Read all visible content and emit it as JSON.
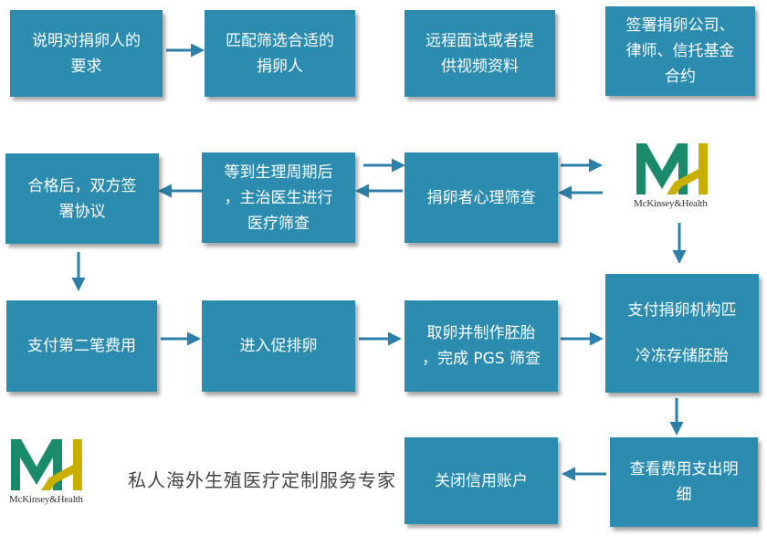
{
  "steps": {
    "s1": [
      "说明对捐卵人的",
      "要求"
    ],
    "s2": [
      "匹配筛选合适的",
      "捐卵人"
    ],
    "s3": [
      "远程面试或者提",
      "供视频资料"
    ],
    "s4": [
      "签署捐卵公司、",
      "律师、信托基金",
      "合约"
    ],
    "s5": [
      "合格后，双方签",
      "署协议"
    ],
    "s6": [
      "等到生理周期后",
      "，主治医生进行",
      "医疗筛查"
    ],
    "s7": [
      "捐卵者心理筛查"
    ],
    "s8": [
      "支付第二笔费用"
    ],
    "s9": [
      "进入促排卵"
    ],
    "s10": [
      "取卵并制作胚胎",
      "，完成 PGS 筛查"
    ],
    "s11": [
      "支付捐卵机构匹",
      "冷冻存储胚胎"
    ],
    "s12": [
      "关闭信用账户"
    ],
    "s13": [
      "查看费用支出明",
      "细"
    ]
  },
  "logo": {
    "brand": "McKinsey&Health",
    "icon": "mh-logo-icon",
    "colors": {
      "m": "#1a8a6a",
      "h": "#c9b000"
    }
  },
  "tagline": "私人海外生殖医疗定制服务专家",
  "colors": {
    "box": "#2b8caf",
    "arrow": "#2b7fa8"
  }
}
